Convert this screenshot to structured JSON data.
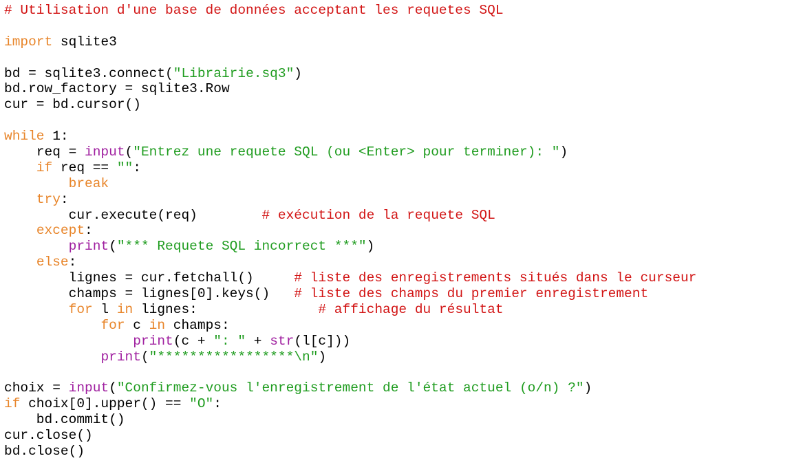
{
  "colors": {
    "comment": "#d21414",
    "keyword": "#e8852a",
    "builtin": "#a020a0",
    "string": "#1f9c1f",
    "plain": "#000000",
    "background": "#ffffff"
  },
  "lines": [
    [
      {
        "t": "cm",
        "s": "# Utilisation d'une base de données acceptant les requetes SQL"
      }
    ],
    [],
    [
      {
        "t": "kw",
        "s": "import"
      },
      {
        "t": "pl",
        "s": " sqlite3"
      }
    ],
    [],
    [
      {
        "t": "pl",
        "s": "bd = sqlite3.connect("
      },
      {
        "t": "st",
        "s": "\"Librairie.sq3\""
      },
      {
        "t": "pl",
        "s": ")"
      }
    ],
    [
      {
        "t": "pl",
        "s": "bd.row_factory = sqlite3.Row"
      }
    ],
    [
      {
        "t": "pl",
        "s": "cur = bd.cursor()"
      }
    ],
    [],
    [
      {
        "t": "kw",
        "s": "while"
      },
      {
        "t": "pl",
        "s": " 1:"
      }
    ],
    [
      {
        "t": "pl",
        "s": "    req = "
      },
      {
        "t": "bi",
        "s": "input"
      },
      {
        "t": "pl",
        "s": "("
      },
      {
        "t": "st",
        "s": "\"Entrez une requete SQL (ou <Enter> pour terminer): \""
      },
      {
        "t": "pl",
        "s": ")"
      }
    ],
    [
      {
        "t": "pl",
        "s": "    "
      },
      {
        "t": "kw",
        "s": "if"
      },
      {
        "t": "pl",
        "s": " req == "
      },
      {
        "t": "st",
        "s": "\"\""
      },
      {
        "t": "pl",
        "s": ":"
      }
    ],
    [
      {
        "t": "pl",
        "s": "        "
      },
      {
        "t": "kw",
        "s": "break"
      }
    ],
    [
      {
        "t": "pl",
        "s": "    "
      },
      {
        "t": "kw",
        "s": "try"
      },
      {
        "t": "pl",
        "s": ":"
      }
    ],
    [
      {
        "t": "pl",
        "s": "        cur.execute(req)        "
      },
      {
        "t": "cm",
        "s": "# exécution de la requete SQL"
      }
    ],
    [
      {
        "t": "pl",
        "s": "    "
      },
      {
        "t": "kw",
        "s": "except"
      },
      {
        "t": "pl",
        "s": ":"
      }
    ],
    [
      {
        "t": "pl",
        "s": "        "
      },
      {
        "t": "bi",
        "s": "print"
      },
      {
        "t": "pl",
        "s": "("
      },
      {
        "t": "st",
        "s": "\"*** Requete SQL incorrect ***\""
      },
      {
        "t": "pl",
        "s": ")"
      }
    ],
    [
      {
        "t": "pl",
        "s": "    "
      },
      {
        "t": "kw",
        "s": "else"
      },
      {
        "t": "pl",
        "s": ":"
      }
    ],
    [
      {
        "t": "pl",
        "s": "        lignes = cur.fetchall()     "
      },
      {
        "t": "cm",
        "s": "# liste des enregistrements situés dans le curseur"
      }
    ],
    [
      {
        "t": "pl",
        "s": "        champs = lignes[0].keys()   "
      },
      {
        "t": "cm",
        "s": "# liste des champs du premier enregistrement"
      }
    ],
    [
      {
        "t": "pl",
        "s": "        "
      },
      {
        "t": "kw",
        "s": "for"
      },
      {
        "t": "pl",
        "s": " l "
      },
      {
        "t": "kw",
        "s": "in"
      },
      {
        "t": "pl",
        "s": " lignes:               "
      },
      {
        "t": "cm",
        "s": "# affichage du résultat"
      }
    ],
    [
      {
        "t": "pl",
        "s": "            "
      },
      {
        "t": "kw",
        "s": "for"
      },
      {
        "t": "pl",
        "s": " c "
      },
      {
        "t": "kw",
        "s": "in"
      },
      {
        "t": "pl",
        "s": " champs:"
      }
    ],
    [
      {
        "t": "pl",
        "s": "                "
      },
      {
        "t": "bi",
        "s": "print"
      },
      {
        "t": "pl",
        "s": "(c + "
      },
      {
        "t": "st",
        "s": "\": \""
      },
      {
        "t": "pl",
        "s": " + "
      },
      {
        "t": "bi",
        "s": "str"
      },
      {
        "t": "pl",
        "s": "(l[c]))"
      }
    ],
    [
      {
        "t": "pl",
        "s": "            "
      },
      {
        "t": "bi",
        "s": "print"
      },
      {
        "t": "pl",
        "s": "("
      },
      {
        "t": "st",
        "s": "\"*****************\\n\""
      },
      {
        "t": "pl",
        "s": ")"
      }
    ],
    [],
    [
      {
        "t": "pl",
        "s": "choix = "
      },
      {
        "t": "bi",
        "s": "input"
      },
      {
        "t": "pl",
        "s": "("
      },
      {
        "t": "st",
        "s": "\"Confirmez-vous l'enregistrement de l'état actuel (o/n) ?\""
      },
      {
        "t": "pl",
        "s": ")"
      }
    ],
    [
      {
        "t": "kw",
        "s": "if"
      },
      {
        "t": "pl",
        "s": " choix[0].upper() == "
      },
      {
        "t": "st",
        "s": "\"O\""
      },
      {
        "t": "pl",
        "s": ":"
      }
    ],
    [
      {
        "t": "pl",
        "s": "    bd.commit()"
      }
    ],
    [
      {
        "t": "pl",
        "s": "cur.close()"
      }
    ],
    [
      {
        "t": "pl",
        "s": "bd.close()"
      }
    ]
  ]
}
